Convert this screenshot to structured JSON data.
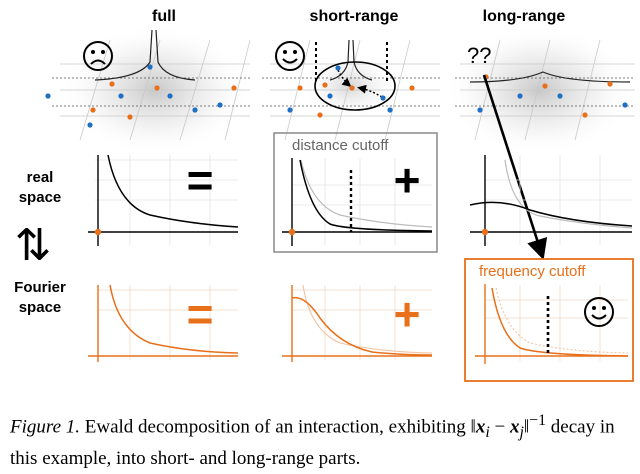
{
  "columns": {
    "full": "full",
    "short_range": "short-range",
    "long_range": "long-range"
  },
  "rows": {
    "real_space": [
      "real",
      "space"
    ],
    "fourier_space": [
      "Fourier",
      "space"
    ]
  },
  "annotations": {
    "distance_cutoff": "distance cutoff",
    "frequency_cutoff": "frequency cutoff",
    "question_marks": "??",
    "equals": "=",
    "plus": "+",
    "swap_arrows": "⇅"
  },
  "emoticons": {
    "full": "sad-face",
    "short_range": "happy-face",
    "fourier_long_range": "happy-face"
  },
  "colors": {
    "orange": "#e8701a",
    "blue": "#1f6fc5",
    "gray_box": "#888888",
    "black": "#000000"
  },
  "caption": {
    "label": "Figure 1.",
    "text_pre": " Ewald decomposition of an interaction, exhibiting ‖",
    "math_1": "x",
    "sub_i": "i",
    "minus": " − ",
    "math_2": "x",
    "sub_j": "j",
    "text_post": "‖",
    "exp": "−1",
    "text_end": " decay in this example, into short- and long-range parts."
  }
}
